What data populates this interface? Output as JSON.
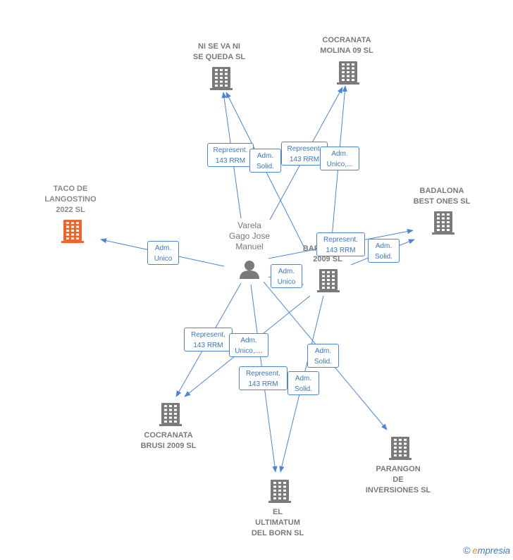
{
  "colors": {
    "edge": "#4a86d4",
    "building": "#7a7a7a",
    "building_focus": "#f0632a",
    "person": "#7a7a7a"
  },
  "nodes": {
    "ni_se_va": "NI SE VA NI\nSE QUEDA  SL",
    "cocranata_molina": "COCRANATA\nMOLINA 09 SL",
    "taco": "TACO DE\nLANGOSTINO\n2022  SL",
    "badalona": "BADALONA\nBEST ONES  SL",
    "vp_barcelona": "VP\nBARCELONA\n2009 SL",
    "cocranata_brusi": "COCRANATA\nBRUSI 2009 SL",
    "parangon": "PARANGON\nDE\nINVERSIONES SL",
    "ultimatum": "EL\nULTIMATUM\nDEL BORN  SL"
  },
  "person": {
    "name": "Varela\nGago Jose\nManuel"
  },
  "edge_labels": {
    "e1": "Represent.\n143 RRM",
    "e2": "Adm.\nSolid.",
    "e3": "Represent.\n143 RRM",
    "e4": "Adm.\nUnico,...",
    "e5": "Adm.\nUnico",
    "e6": "Represent.\n143 RRM",
    "e7": "Adm.\nSolid.",
    "e8": "Adm.\nUnico",
    "e9": "Represent.\n143 RRM",
    "e10": "Adm.\nUnico,....",
    "e11": "Adm.\nSolid.",
    "e12": "Represent.\n143 RRM",
    "e13": "Adm.\nSolid."
  },
  "footer": {
    "copyright": "©",
    "brand_first": "e",
    "brand_rest": "mpresia"
  }
}
